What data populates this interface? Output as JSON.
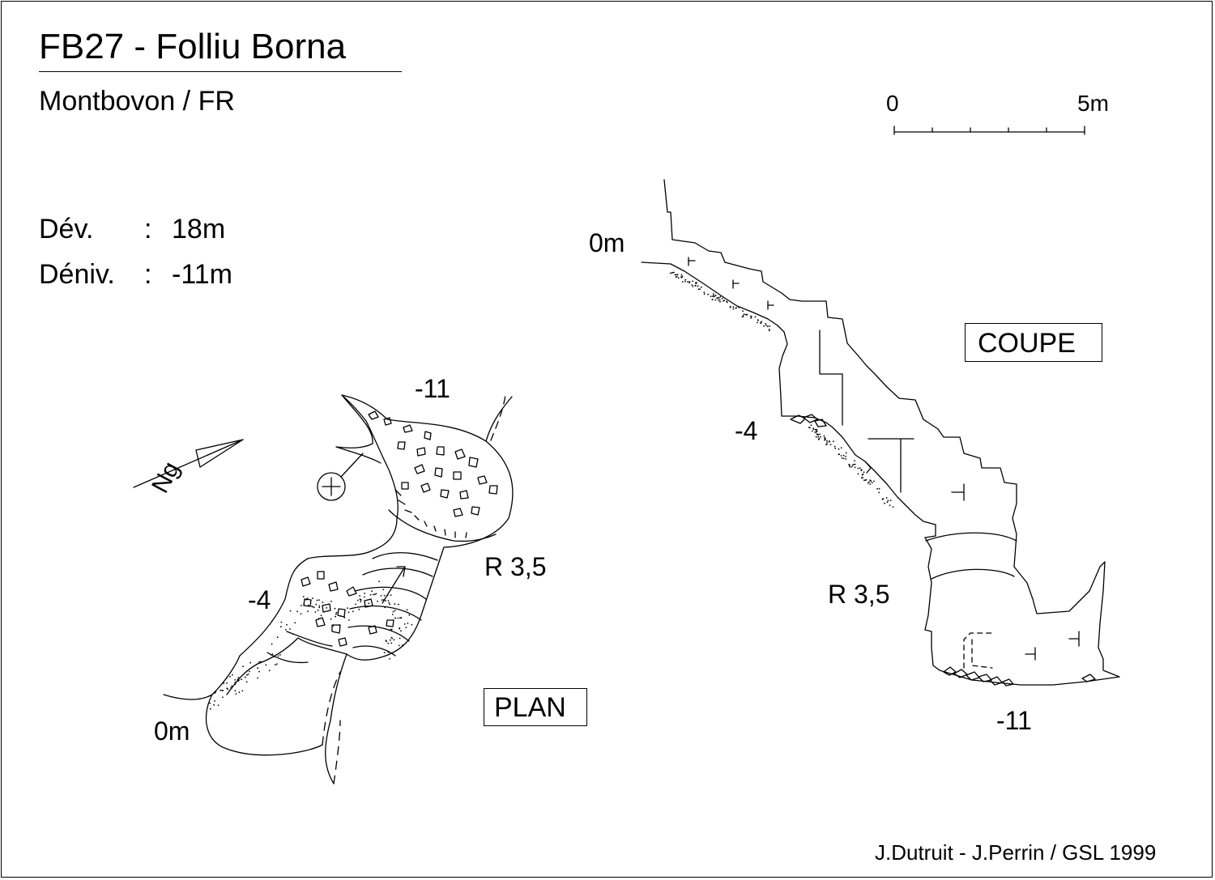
{
  "header": {
    "title": "FB27 - Folliu Borna",
    "location": "Montbovon / FR"
  },
  "stats": {
    "dev_label": "Dév.",
    "dev_value": "18m",
    "deniv_label": "Déniv.",
    "deniv_value": "-11m",
    "separator": ":"
  },
  "scale": {
    "start_label": "0",
    "end_label": "5m"
  },
  "plan": {
    "box_label": "PLAN",
    "depth_bottom": "-11",
    "depth_mid": "-4",
    "pitch": "R 3,5",
    "entrance": "0m",
    "north_label": "Ng"
  },
  "coupe": {
    "box_label": "COUPE",
    "entrance": "0m",
    "depth_mid": "-4",
    "pitch": "R 3,5",
    "depth_bottom": "-11"
  },
  "footer": {
    "credits": "J.Dutruit - J.Perrin /  GSL 1999"
  },
  "colors": {
    "ink": "#000000",
    "paper": "#ffffff"
  }
}
